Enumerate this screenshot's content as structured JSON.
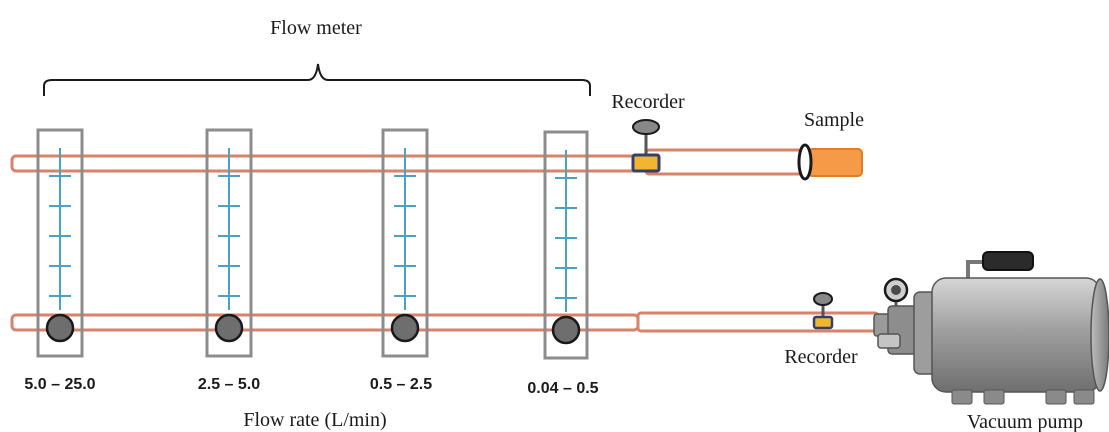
{
  "diagram": {
    "title": "Flow meter",
    "labels": {
      "recorder_top": "Recorder",
      "sample": "Sample",
      "recorder_bottom": "Recorder",
      "vacuum_pump": "Vacuum pump",
      "flow_rate": "Flow rate (L/min)"
    },
    "meters": [
      {
        "range": "5.0 – 25.0"
      },
      {
        "range": "2.5 – 5.0"
      },
      {
        "range": "0.5 – 2.5"
      },
      {
        "range": "0.04 – 0.5"
      }
    ],
    "colors": {
      "pipe": "#d9826a",
      "tube_frame": "#8c8c8c",
      "scale": "#4aa3c0",
      "ball": "#6e6e6e",
      "sample": "#f59a46",
      "recorder": "#f1b531",
      "pump_body": "#a9a9a9",
      "outline": "#1a1a1a"
    }
  }
}
